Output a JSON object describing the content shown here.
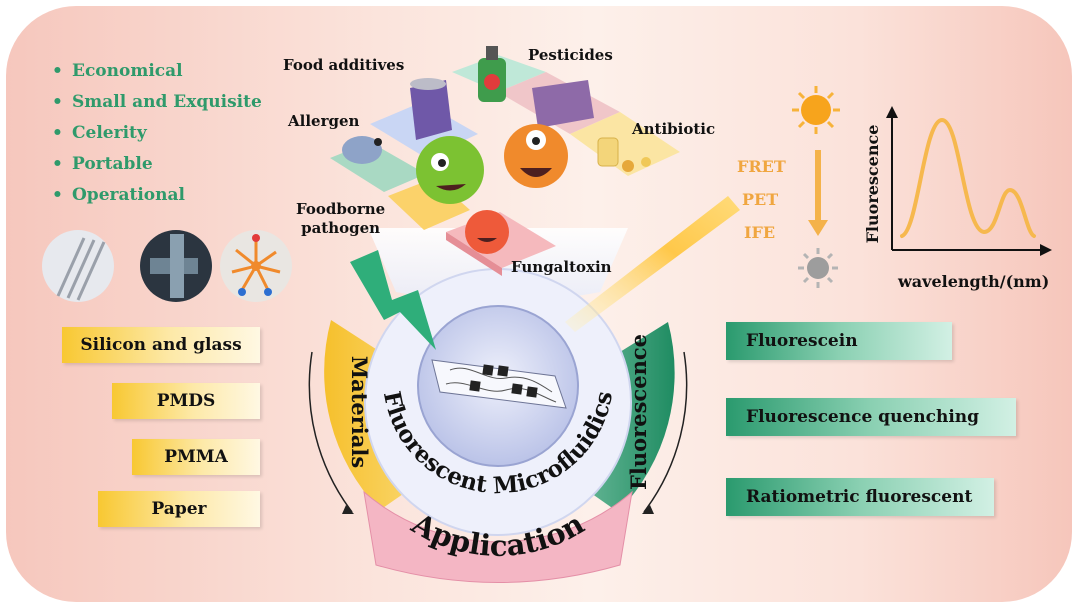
{
  "advantages": [
    "Economical",
    "Small and Exquisite",
    "Celerity",
    "Portable",
    "Operational"
  ],
  "materials_list": [
    "Silicon and glass",
    "PMDS",
    "PMMA",
    "Paper"
  ],
  "fluorescence_list": [
    "Fluorescein",
    "Fluorescence quenching",
    "Ratiometric fluorescent"
  ],
  "targets": {
    "food_additives": "Food additives",
    "pesticides": "Pesticides",
    "allergen": "Allergen",
    "antibiotic": "Antibiotic",
    "foodborne_line1": "Foodborne",
    "foodborne_line2": "pathogen",
    "fungaltoxin": "Fungaltoxin"
  },
  "mechanisms": [
    "FRET",
    "PET",
    "IFE"
  ],
  "spectrum": {
    "ylabel": "Fluorescence",
    "xlabel": "wavelength/(nm)"
  },
  "center": {
    "title": "Fluorescent Microfluidics",
    "sector_materials": "Materials",
    "sector_fluorescence": "Fluorescence",
    "sector_application": "Application"
  },
  "colors": {
    "bullet_green": "#2f9a6b",
    "materials_yellow": "#f8c832",
    "fluorescence_green": "#2a9a6e",
    "application_pink": "#f4b6c4",
    "mechanism_orange": "#f0a640"
  }
}
